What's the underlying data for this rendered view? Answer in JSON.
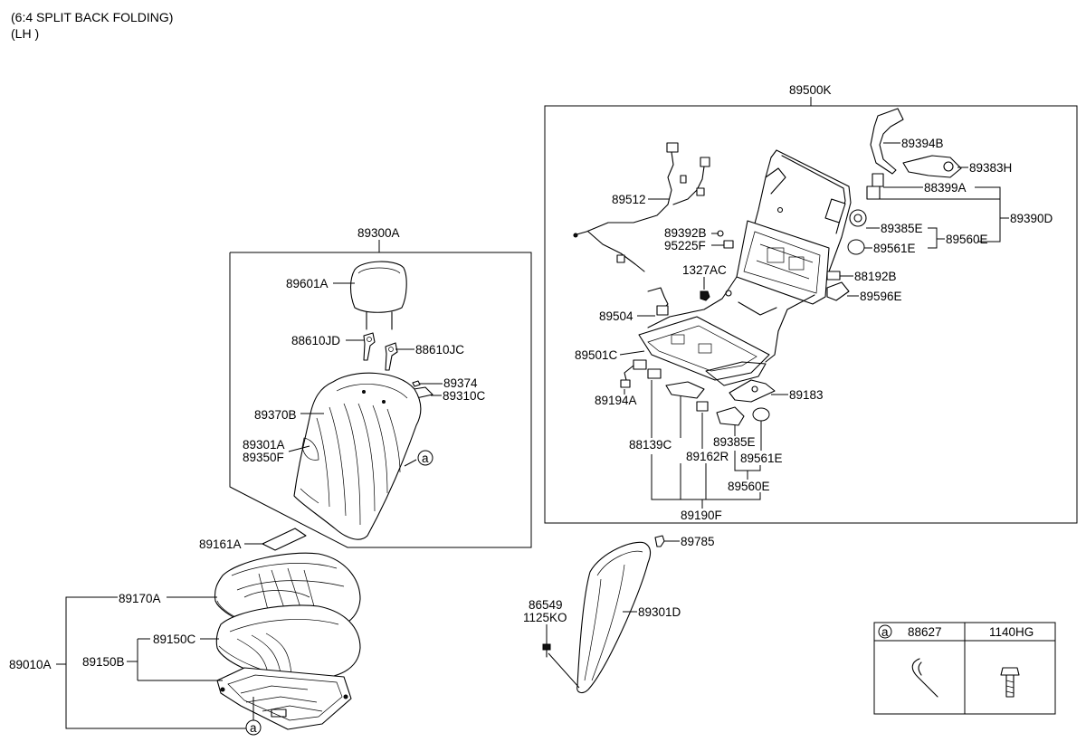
{
  "header": {
    "line1": "(6:4 SPLIT BACK FOLDING)",
    "line2": "(LH )"
  },
  "groups": {
    "backrest_assy": "89300A",
    "frame_assy": "89500K"
  },
  "parts": {
    "headrest": "89601A",
    "guide_left": "88610JD",
    "guide_right": "88610JC",
    "bolt_89374": "89374",
    "lever_cover": "89310C",
    "back_pad": "89370B",
    "back_cover_a": "89301A",
    "back_cover_b": "89350F",
    "pad_tab": "89161A",
    "cushion_cover": "89170A",
    "cushion_pad": "89150C",
    "cushion_assy": "89150B",
    "seat_assy": "89010A",
    "bracket_clip": "89785",
    "bolt_86549": "86549",
    "bolt_1125ko": "1125KO",
    "side_bolster": "89301D",
    "wiring_89512": "89512",
    "clip_89392b": "89392B",
    "clip_95225f": "95225F",
    "nut_1327ac": "1327AC",
    "harness_89504": "89504",
    "frame_89501c": "89501C",
    "bracket_89194a": "89194A",
    "link_88139c": "88139C",
    "spring_89162r": "89162R",
    "rod_89190f": "89190F",
    "recliner_cover_89183": "89183",
    "spacer_89385e_bottom": "89385E",
    "cap_89561e_bottom": "89561E",
    "cover_89560e_bottom": "89560E",
    "belt_guide_89394b": "89394B",
    "lock_89383h": "89383H",
    "knob_88399a": "88399A",
    "recliner_89390d": "89390D",
    "spacer_89385e_top": "89385E",
    "cap_89561e_top": "89561E",
    "cover_89560e_top": "89560E",
    "bracket_88192b": "88192B",
    "cover_89596e": "89596E"
  },
  "callout_letter": "a",
  "legend": {
    "col1_marker": "a",
    "col1_part": "88627",
    "col2_part": "1140HG"
  }
}
